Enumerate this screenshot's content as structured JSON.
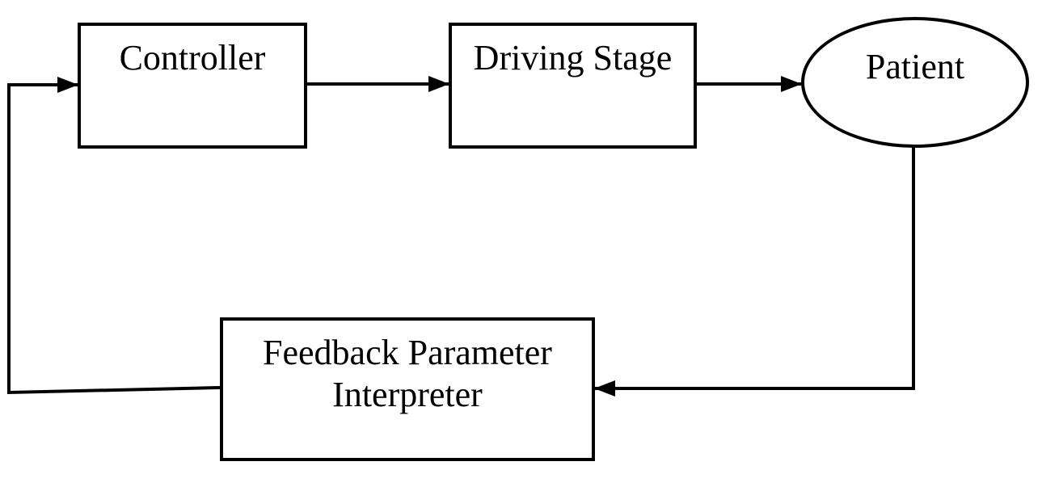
{
  "diagram": {
    "type": "block-diagram",
    "description": "Closed-loop feedback control diagram with patient in the loop",
    "background_color": "#ffffff",
    "stroke_color": "#000000",
    "nodes": {
      "controller": {
        "label": "Controller",
        "shape": "rectangle"
      },
      "driving_stage": {
        "label": "Driving Stage",
        "shape": "rectangle"
      },
      "patient": {
        "label": "Patient",
        "shape": "ellipse"
      },
      "feedback_interpreter": {
        "label": "Feedback Parameter Interpreter",
        "lines": [
          "Feedback Parameter",
          "Interpreter"
        ],
        "shape": "rectangle"
      }
    },
    "edges": [
      {
        "from": "controller",
        "to": "driving_stage",
        "style": "arrow"
      },
      {
        "from": "driving_stage",
        "to": "patient",
        "style": "arrow"
      },
      {
        "from": "patient",
        "to": "feedback_interpreter",
        "style": "arrow"
      },
      {
        "from": "feedback_interpreter",
        "to": "controller",
        "style": "arrow"
      }
    ]
  }
}
